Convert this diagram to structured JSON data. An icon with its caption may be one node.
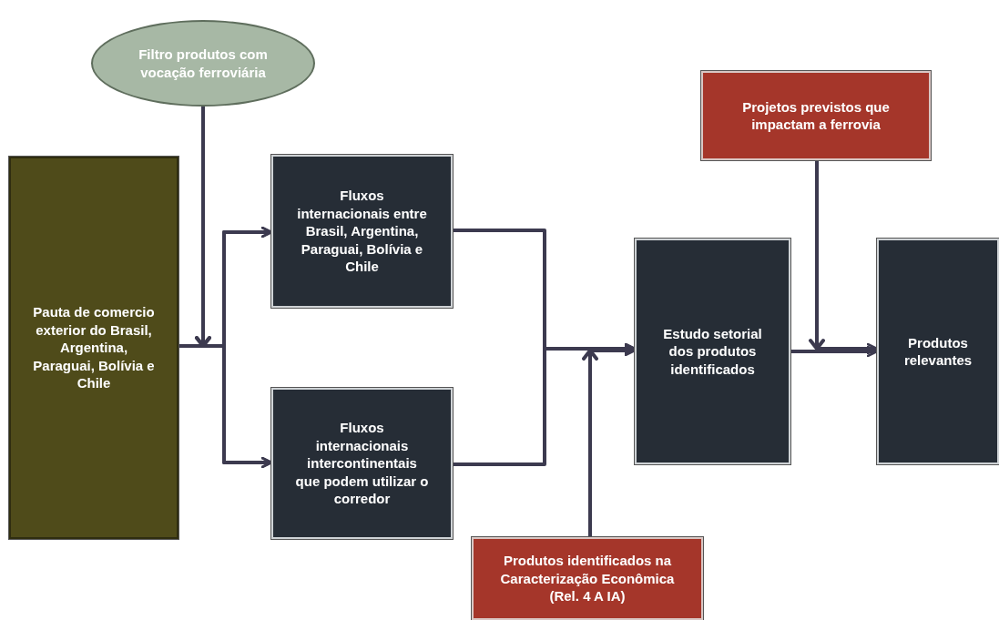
{
  "diagram": {
    "nodes": [
      {
        "text": [
          "Filtro produtos com vocação ferroviária"
        ]
      },
      {
        "text": [
          "Pauta de comercio exterior do Brasil, Argentina, Paraguai, Bolívia e Chile"
        ]
      },
      {
        "text": [
          "Fluxos internacionais entre Brasil, Argentina, Paraguai, Bolívia e Chile"
        ]
      },
      {
        "text": [
          "Fluxos internacionais intercontinentais que podem utilizar o corredor"
        ]
      },
      {
        "text": [
          "Estudo setorial dos produtos identificados"
        ]
      },
      {
        "text": [
          "Projetos previstos que impactam a ferrovia"
        ]
      },
      {
        "text": [
          "Produtos relevantes"
        ]
      },
      {
        "text": [
          "Produtos identificados na Caracterização Econômica (Rel. 4 A IA)"
        ]
      }
    ],
    "edges": [
      {
        "from": 1,
        "to": 2,
        "arrow": "to"
      },
      {
        "from": 1,
        "to": 3,
        "arrow": "to"
      },
      {
        "from": 0,
        "to": 2,
        "arrow": "to"
      },
      {
        "from": 0,
        "to": 3,
        "arrow": "to"
      },
      {
        "from": 2,
        "to": 4,
        "arrow": "to"
      },
      {
        "from": 3,
        "to": 4,
        "arrow": "to"
      },
      {
        "from": 7,
        "to": 4,
        "arrow": "to"
      },
      {
        "from": 4,
        "to": 6,
        "arrow": "to"
      },
      {
        "from": 5,
        "to": 6,
        "arrow": "to"
      }
    ]
  }
}
